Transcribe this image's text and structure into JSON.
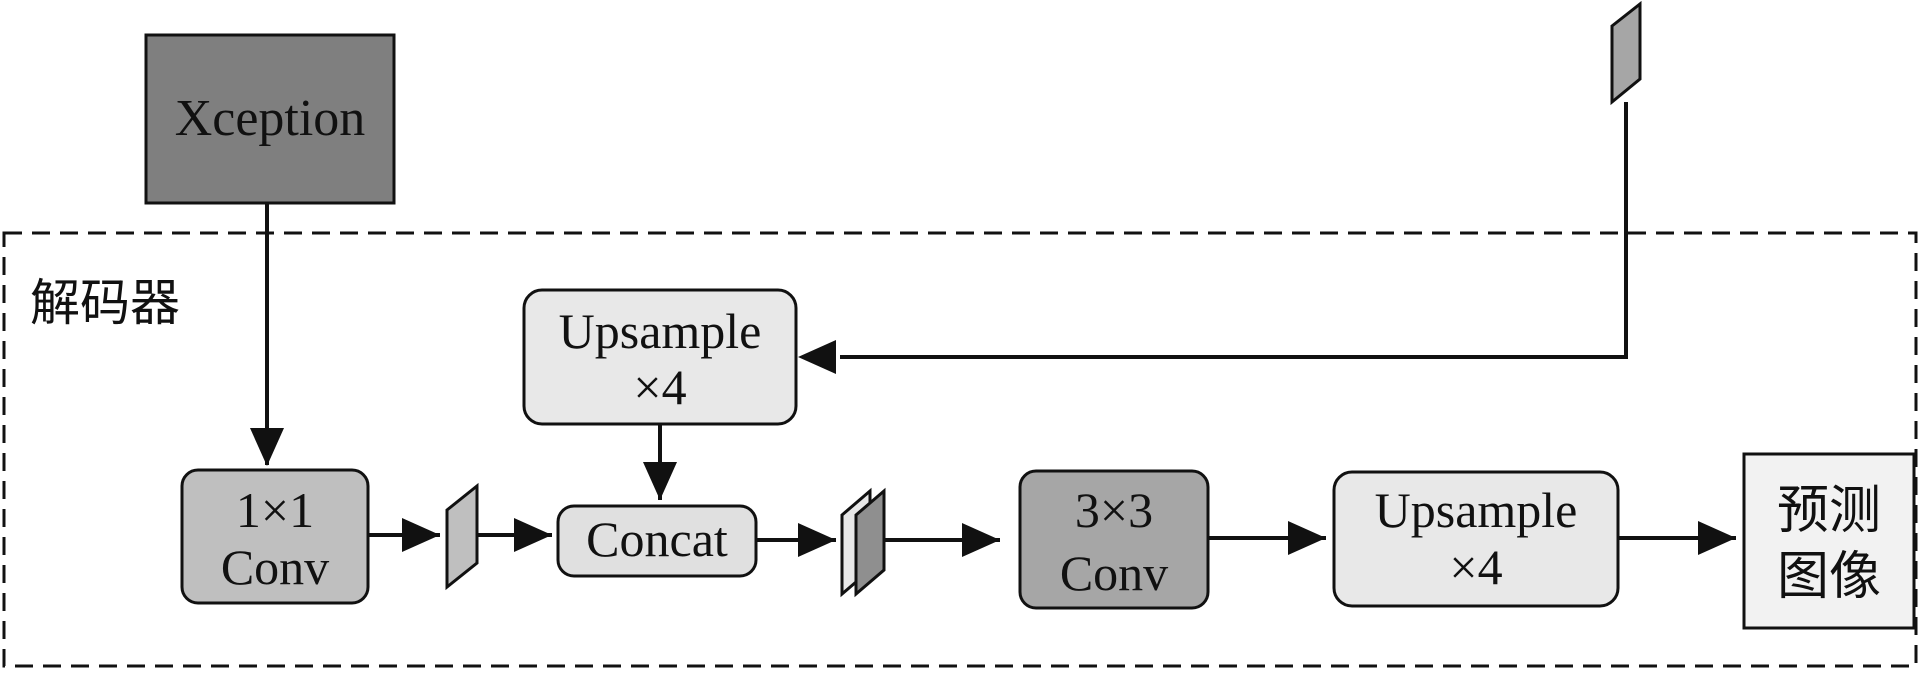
{
  "colors": {
    "dark_fill": "#7f7f7f",
    "mid_fill": "#bfbfbf",
    "conv3_fill": "#a6a6a6",
    "light_fill": "#e8e8e8",
    "output_fill": "#f2f2f2",
    "stroke": "#111111"
  },
  "blocks": {
    "xception": "Xception",
    "decoder_title": "解码器",
    "upsample_top": {
      "line1": "Upsample",
      "line2": "×4"
    },
    "conv1x1": {
      "line1": "1×1",
      "line2": "Conv"
    },
    "concat": "Concat",
    "conv3x3": {
      "line1": "3×3",
      "line2": "Conv"
    },
    "upsample_right": {
      "line1": "Upsample",
      "line2": "×4"
    },
    "output": {
      "line1": "预测",
      "line2": "图像"
    }
  }
}
